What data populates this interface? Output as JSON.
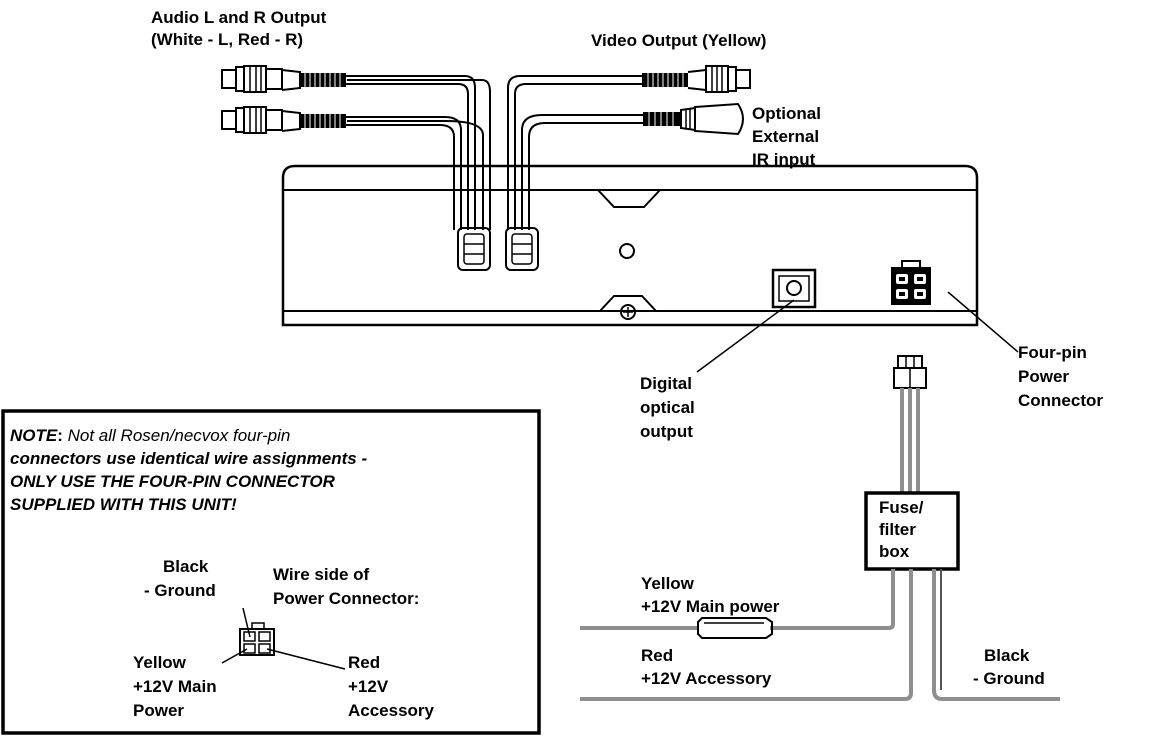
{
  "labels": {
    "audio_output_line1": "Audio L and R Output",
    "audio_output_line2": "(White - L, Red - R)",
    "video_output": "Video Output (Yellow)",
    "ir_input_line1": "Optional",
    "ir_input_line2": "External",
    "ir_input_line3": "IR input",
    "optical_line1": "Digital",
    "optical_line2": "optical",
    "optical_line3": "output",
    "power_connector_line1": "Four-pin",
    "power_connector_line2": "Power",
    "power_connector_line3": "Connector",
    "fuse_line1": "Fuse/",
    "fuse_line2": "filter",
    "fuse_line3": "box",
    "yellow_wire_line1": "Yellow",
    "yellow_wire_line2": "+12V Main power",
    "red_wire_line1": "Red",
    "red_wire_line2": "+12V Accessory",
    "black_wire_line1": "Black",
    "black_wire_line2": "- Ground"
  },
  "note": {
    "prefix": "NOTE",
    "colon": ":",
    "line1_text": " Not all Rosen/necvox four-pin",
    "line2_text": "connectors use identical wire assignments -",
    "line3_bold": "ONLY USE THE FOUR-PIN CONNECTOR",
    "line4_bold": "SUPPLIED WITH THIS UNIT!",
    "wire_side_line1": "Wire side of",
    "wire_side_line2": "Power Connector:",
    "black_line1": "Black",
    "black_line2": "- Ground",
    "yellow_line1": "Yellow",
    "yellow_line2": "+12V Main",
    "yellow_line3": "Power",
    "red_line1": "Red",
    "red_line2": "+12V",
    "red_line3": "Accessory"
  }
}
